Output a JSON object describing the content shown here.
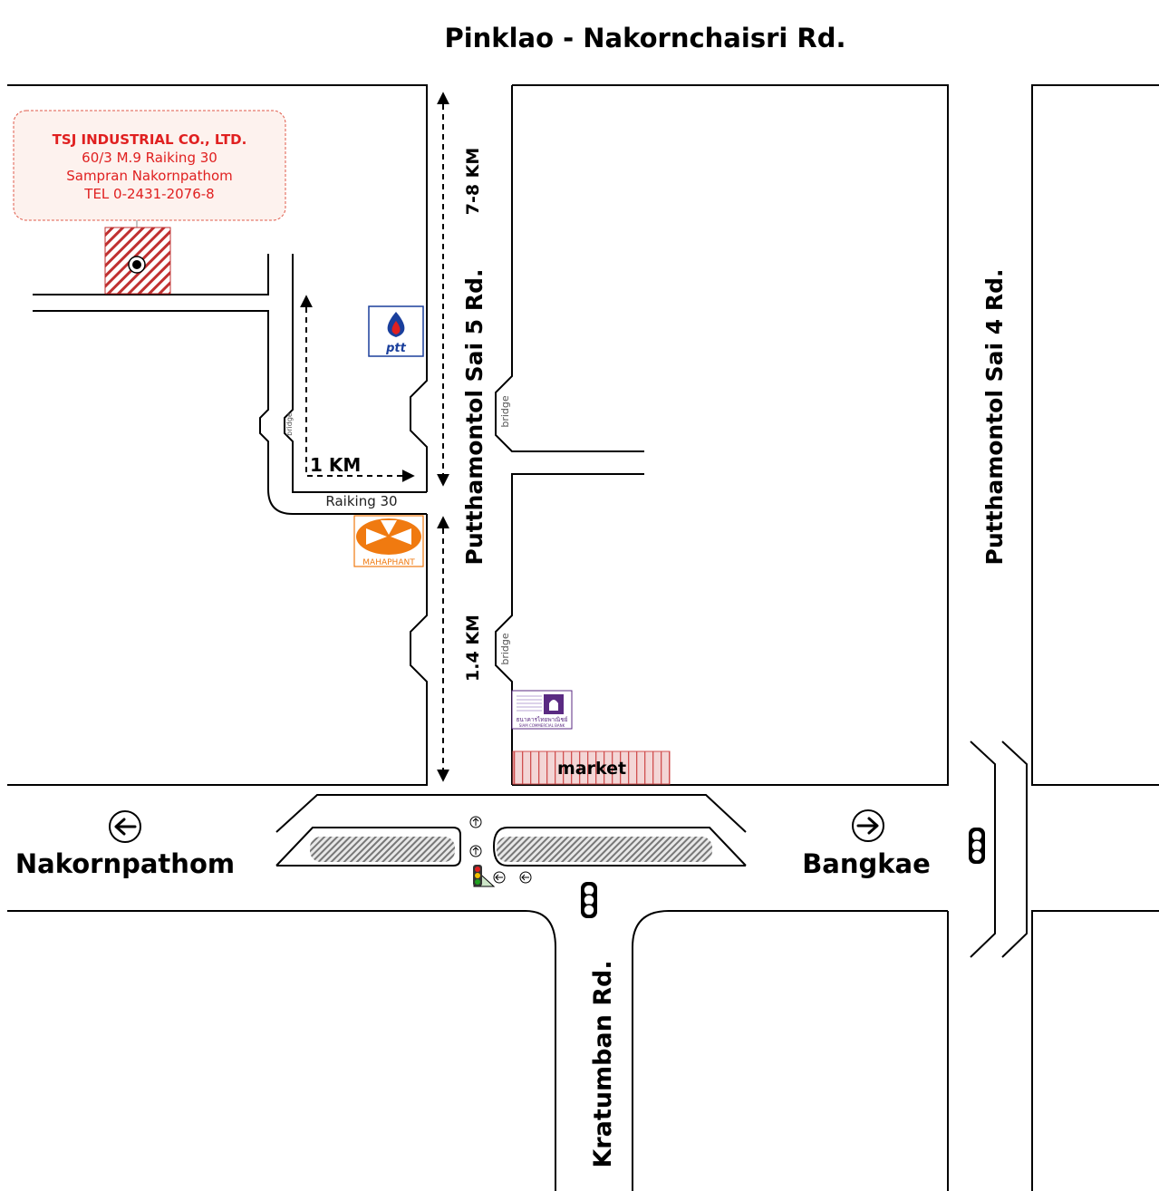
{
  "title": "Pinklao - Nakornchaisri Rd.",
  "company": {
    "name": "TSJ INDUSTRIAL CO., LTD.",
    "address_line1": "60/3 M.9 Raiking 30",
    "address_line2": "Sampran  Nakornpathom",
    "tel": "TEL 0-2431-2076-8"
  },
  "roads": {
    "putthamontol5": "Putthamontol Sai 5 Rd.",
    "putthamontol4": "Putthamontol Sai 4 Rd.",
    "kratumban": "Kratumban Rd.",
    "raiking30": "Raiking 30"
  },
  "distances": {
    "north": "7-8 KM",
    "south": "1.4 KM",
    "raiking": "1 KM"
  },
  "bridge_label": "bridge",
  "directions": {
    "west": "Nakornpathom",
    "east": "Bangkae"
  },
  "landmarks": {
    "market": "market",
    "ptt": "ptt",
    "mahaphant": "MAHAPHANT",
    "scb_thai": "ธนาคารไทยพาณิชย์",
    "scb_en": "SIAM COMMERCIAL BANK"
  },
  "colors": {
    "company_red": "#e02020",
    "mahaphant_orange": "#f07a10",
    "ptt_blue": "#1a3f9c",
    "scb_purple": "#5a2a82",
    "market_fill": "#f3d6d6",
    "market_stripe": "#d05050"
  },
  "icons": [
    "arrow-left-circle-icon",
    "arrow-right-circle-icon",
    "traffic-light-icon",
    "location-pin-icon"
  ]
}
